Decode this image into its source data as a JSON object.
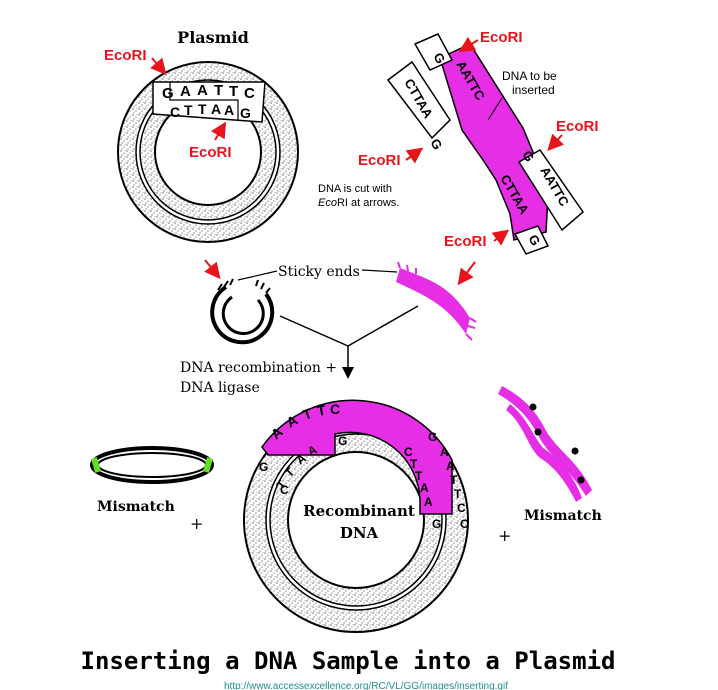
{
  "colors": {
    "enzyme_label": "#e8141c",
    "inserted_dna": "#e62ee6",
    "stipple": "#d9d9d9",
    "outline": "#000000",
    "link": "#1f8f8f",
    "mismatch_end": "#66dd22"
  },
  "plasmid": {
    "title": "Plasmid",
    "enzyme_top": "EcoRI",
    "enzyme_inner": "EcoRI",
    "top_strand": [
      "G",
      "A",
      "A",
      "T",
      "T",
      "C"
    ],
    "bottom_strand": [
      "C",
      "T",
      "T",
      "A",
      "A",
      "G"
    ]
  },
  "insert": {
    "label_line1": "DNA to be",
    "label_line2": "inserted",
    "enzyme_top": "EcoRI",
    "enzyme_right": "EcoRI",
    "enzyme_mid": "EcoRI",
    "enzyme_bottom": "EcoRI",
    "left_cap": "G",
    "left_strand": "CTTAA",
    "pink_top": "AATTC",
    "pink_mid_g": "G",
    "pink_lower": "CTTAA",
    "pink_lower_g": "G",
    "right_strand": "AATTC",
    "right_cap": "G",
    "cut_note_line1": "DNA is cut with",
    "cut_note_italic": "Eco",
    "cut_note_rest": "RI at arrows."
  },
  "sticky_ends_label": "Sticky ends",
  "process_line1": "DNA recombination +",
  "process_line2": "DNA ligase",
  "recombinant": {
    "label_line1": "Recombinant",
    "label_line2": "DNA",
    "outer_letters": [
      "A",
      "A",
      "T",
      "T",
      "C"
    ],
    "inner_letters": [
      "T",
      "T",
      "A",
      "A",
      "G"
    ],
    "left_g": "G",
    "left_c": "C",
    "right_g": "G",
    "right_c_strand": [
      "C",
      "T",
      "T",
      "A",
      "A"
    ],
    "right_a_strand": [
      "A",
      "A",
      "T",
      "T",
      "C"
    ],
    "right_inner_g": "G",
    "right_outer_c": "C"
  },
  "mismatch_left": "Mismatch",
  "mismatch_right": "Mismatch",
  "plus_left": "+",
  "plus_right": "+",
  "footer_title": "Inserting a DNA Sample into a Plasmid",
  "source_url": "http://www.accessexcellence.org/RC/VL/GG/images/inserting.gif"
}
